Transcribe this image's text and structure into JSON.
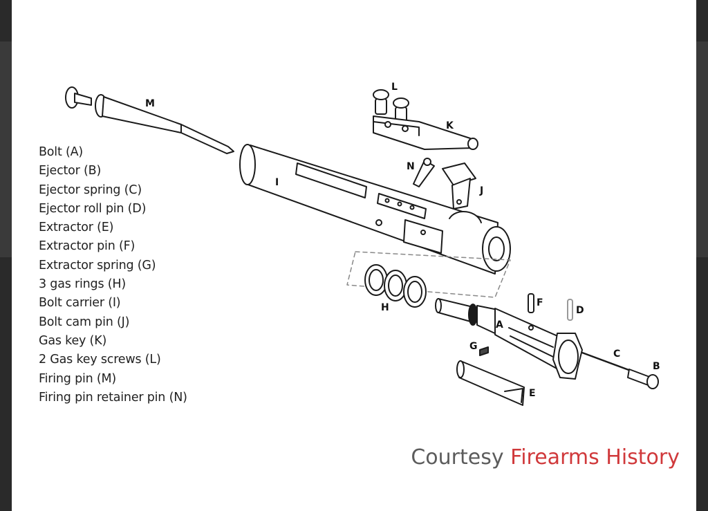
{
  "legend": [
    "Bolt (A)",
    "Ejector (B)",
    "Ejector spring (C)",
    "Ejector roll pin (D)",
    "Extractor (E)",
    "Extractor pin (F)",
    "Extractor spring (G)",
    "3 gas rings (H)",
    "Bolt carrier (I)",
    "Bolt cam pin (J)",
    "Gas key (K)",
    "2 Gas key screws (L)",
    "Firing pin (M)",
    "Firing pin retainer pin (N)"
  ],
  "part_labels": {
    "m": "M",
    "l": "L",
    "k": "K",
    "n": "N",
    "j": "J",
    "i": "I",
    "f": "F",
    "d": "D",
    "h": "H",
    "a": "A",
    "g": "G",
    "c": "C",
    "b": "B",
    "e": "E"
  },
  "credit": {
    "lead": "Courtesy",
    "source": "Firearms History"
  },
  "colors": {
    "background": "#2a2a2a",
    "panel": "#ffffff",
    "credit_lead": "#5c5c5c",
    "credit_source": "#d0393b"
  }
}
